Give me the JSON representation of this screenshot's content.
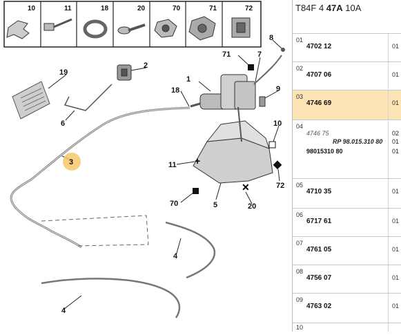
{
  "header": {
    "prefix": "T84F 4 ",
    "bold": "47A",
    "suffix": " 10A"
  },
  "thumbnails": [
    "10",
    "11",
    "18",
    "20",
    "70",
    "71",
    "72"
  ],
  "callouts": {
    "c1": "1",
    "c2": "2",
    "c3": "3",
    "c4a": "4",
    "c4b": "4",
    "c5": "5",
    "c6": "6",
    "c7": "7",
    "c8": "8",
    "c9": "9",
    "c10": "10",
    "c11": "11",
    "c18": "18",
    "c19": "19",
    "c20": "20",
    "c70": "70",
    "c71": "71",
    "c72": "72"
  },
  "rows": [
    {
      "index": "01",
      "ref": "4702 12",
      "qty": "01",
      "selected": false
    },
    {
      "index": "02",
      "ref": "4707 06",
      "qty": "01",
      "selected": false
    },
    {
      "index": "03",
      "ref": "4746 69",
      "qty": "01",
      "selected": true
    },
    {
      "index": "04",
      "alt1": "4746 75",
      "alt2": "RP 98.015.310 80",
      "alt3": "98015310 80",
      "q1": "02",
      "q2": "01",
      "q3": "01"
    },
    {
      "index": "05",
      "ref": "4710 35",
      "qty": "01"
    },
    {
      "index": "06",
      "ref": "6717 61",
      "qty": "01"
    },
    {
      "index": "07",
      "ref": "4761 05",
      "qty": "01"
    },
    {
      "index": "08",
      "ref": "4756 07",
      "qty": "01"
    },
    {
      "index": "09",
      "ref": "4763 02",
      "qty": "01"
    },
    {
      "index": "10",
      "ref": "",
      "qty": ""
    }
  ],
  "colors": {
    "selected_row": "#fce4b4",
    "highlight_callout": "#f4c76a"
  }
}
